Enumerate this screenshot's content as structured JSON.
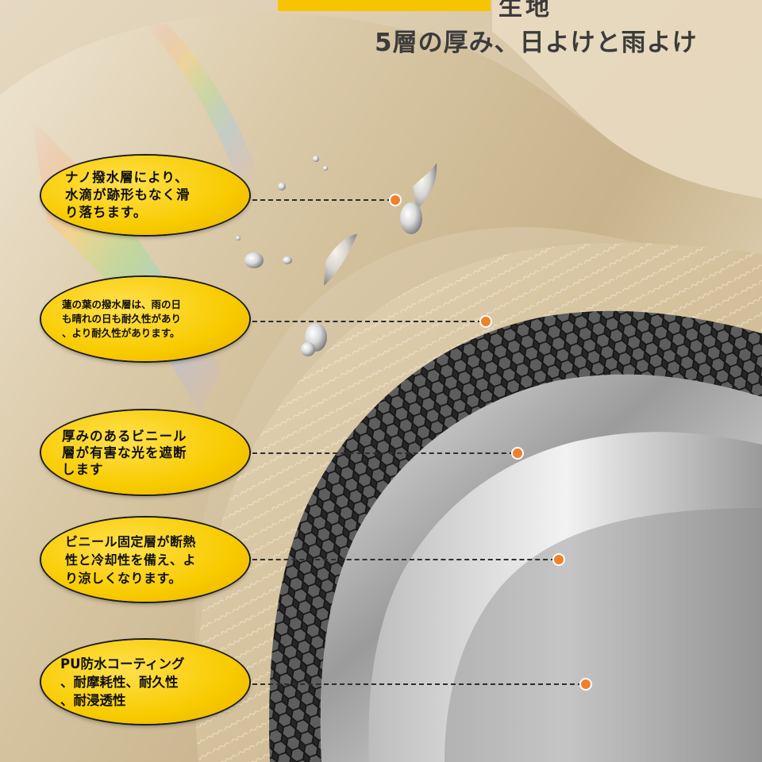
{
  "header": {
    "heading_fragment": "生地",
    "subtitle": "5層の厚み、日よけと雨よけ"
  },
  "layers": [
    {
      "text": "ナノ撥水層により、\n水滴が跡形もなく滑\nり落ちます。"
    },
    {
      "text": "蓮の葉の撥水層は、雨の日\nも晴れの日も耐久性があり\n、より耐久性があります。"
    },
    {
      "text": "厚みのあるビニール\n層が有害な光を遮断\nします"
    },
    {
      "text": "ビニール固定層が断熱\n性と冷却性を備え、よ\nり涼しくなります。"
    },
    {
      "text": "PU防水コーティング\n、耐摩耗性、耐久性\n、耐浸透性"
    }
  ],
  "colors": {
    "callout_fill": "#f8cb00",
    "accent_dot": "#f0802a",
    "fabric_base": "#d8c7a4",
    "vinyl_dark": "#2b2b2b",
    "silver_layer": "#a9a9a9"
  }
}
